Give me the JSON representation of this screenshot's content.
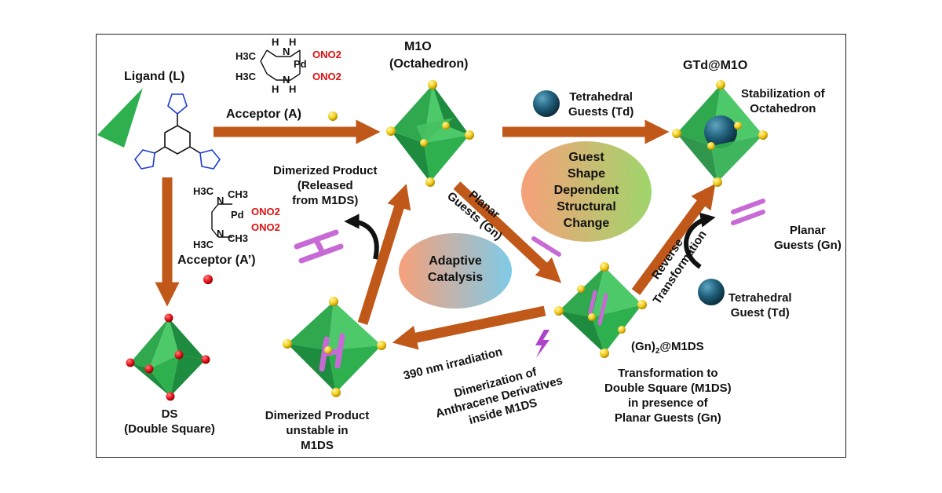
{
  "labels": {
    "ligand": "Ligand (L)",
    "acceptor_a": "Acceptor (A)",
    "acceptor_a_prime": "Acceptor (A’)",
    "m1o_title": "M1O",
    "m1o_sub": "(Octahedron)",
    "gtd_m1o": "GTd@M1O",
    "tetra_guests_1": "Tetrahedral",
    "tetra_guests_2": "Guests (Td)",
    "stabilization_1": "Stabilization of",
    "stabilization_2": "Octahedron",
    "dimerized_released_1": "Dimerized Product",
    "dimerized_released_2": "(Released",
    "dimerized_released_3": "from M1DS)",
    "planar_diag_1": "Planar",
    "planar_diag_2": "Guests (Gn)",
    "guest_shape_1": "Guest",
    "guest_shape_2": "Shape",
    "guest_shape_3": "Dependent",
    "guest_shape_4": "Structural",
    "guest_shape_5": "Change",
    "reverse_1": "Reverse",
    "reverse_2": "Transformation",
    "planar_right_1": "Planar",
    "planar_right_2": "Guests (Gn)",
    "adaptive_1": "Adaptive",
    "adaptive_2": "Catalysis",
    "tetra_guest_1": "Tetrahedral",
    "tetra_guest_2": "Guest (Td)",
    "gn2_m1ds": "(Gn)2@M1DS",
    "gn2_prefix": "(Gn)",
    "gn2_sub": "2",
    "gn2_suffix": "@M1DS",
    "irradiation": "390 nm irradiation",
    "dimerization_1": "Dimerization of",
    "dimerization_2": "Anthracene Derivatives",
    "dimerization_3": "inside M1DS",
    "transformation_1": "Transformation to",
    "transformation_2": "Double Square (M1DS)",
    "transformation_3": "in presence of",
    "transformation_4": "Planar Guests (Gn)",
    "ds_1": "DS",
    "ds_2": "(Double Square)",
    "dimer_unstable_1": "Dimerized Product",
    "dimer_unstable_2": "unstable in",
    "dimer_unstable_3": "M1DS"
  },
  "chem": {
    "h": "H",
    "n": "N",
    "pd": "Pd",
    "h3c": "H3C",
    "ch3": "CH3",
    "ono2": "ONO2"
  },
  "colors": {
    "arrow": "#c0581a",
    "cage_light": "#3dbb57",
    "cage_dark": "#17883a",
    "vertex": "#f2cc1a",
    "vertex_red": "#e8141a",
    "guest_planar": "#c86ad6",
    "guest_sphere": "#1f5f7a",
    "imidazole_n": "#1a3cd8"
  }
}
